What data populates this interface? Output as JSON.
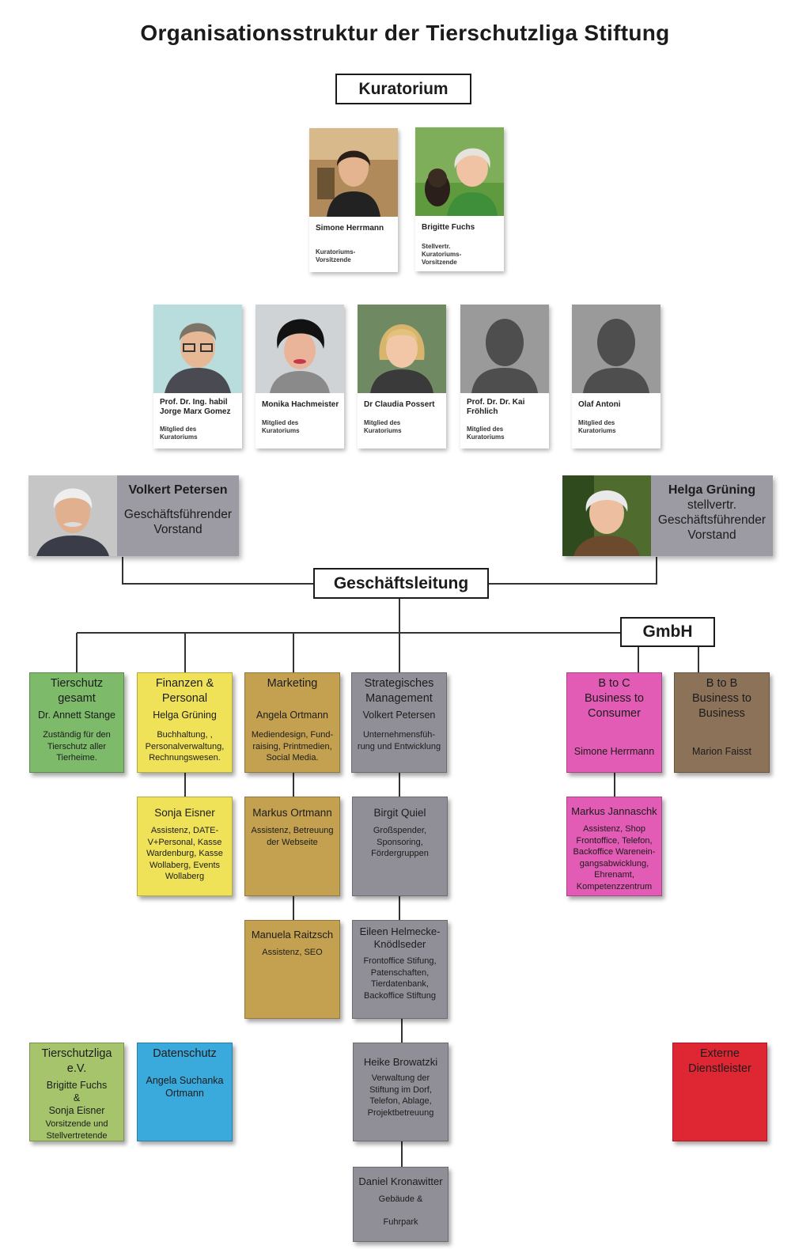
{
  "title": "Organisationsstruktur der Tierschutzliga Stiftung",
  "kuratorium_label": "Kuratorium",
  "board_top": [
    {
      "name": "Simone Herrmann",
      "role": "Kuratoriums-\nVorsitzende",
      "photo": "woman-dark-hair-photo"
    },
    {
      "name": "Brigitte Fuchs",
      "role": "Stellvertr.\nKuratoriums-\nVorsitzende",
      "photo": "woman-with-dog-photo"
    }
  ],
  "board_members": [
    {
      "name": "Prof. Dr. Ing. habil\nJorge Marx Gomez",
      "role": "Mitglied des\nKuratoriums",
      "photo": "man-glasses-photo"
    },
    {
      "name": "Monika Hachmeister",
      "role": "Mitglied des\nKuratoriums",
      "photo": "woman-black-hair-photo"
    },
    {
      "name": "Dr Claudia Possert",
      "role": "Mitglied des\nKuratoriums",
      "photo": "woman-blonde-photo"
    },
    {
      "name": "Prof. Dr. Dr. Kai\nFröhlich",
      "role": "Mitglied des\nKuratoriums",
      "photo": "silhouette-placeholder"
    },
    {
      "name": "Olaf Antoni",
      "role": "Mitglied des\nKuratoriums",
      "photo": "silhouette-placeholder"
    }
  ],
  "leaders": [
    {
      "name": "Volkert Petersen",
      "role": "Geschäftsführender\nVorstand"
    },
    {
      "name": "Helga Grüning",
      "role": "stellvertr.\nGeschäftsführender\nVorstand"
    }
  ],
  "management_label": "Geschäftsleitung",
  "gmbh_label": "GmbH",
  "departments": {
    "tierschutz": {
      "title": "Tierschutz\ngesamt",
      "person": "Dr. Annett Stange",
      "desc": "Zuständig für den\nTierschutz aller\nTierheime."
    },
    "finanzen": {
      "title": "Finanzen &\nPersonal",
      "person": "Helga Grüning",
      "desc": "Buchhaltung, ,\nPersonalverwaltung,\nRechnungswesen."
    },
    "marketing": {
      "title": "Marketing",
      "person": "Angela Ortmann",
      "desc": "Mediendesign, Fund-\nraising, Printmedien,\nSocial Media."
    },
    "strategie": {
      "title": "Strategisches\nManagement",
      "person": "Volkert Petersen",
      "desc": "Unternehmensfüh-\nrung und Entwicklung"
    },
    "btoc": {
      "title": "B to C\nBusiness to\nConsumer",
      "person": "Simone Herrmann"
    },
    "btob": {
      "title": "B to B\nBusiness to\nBusiness",
      "person": "Marion Faisst"
    }
  },
  "staff": {
    "eisner": {
      "name": "Sonja Eisner",
      "desc": "Assistenz, DATE-\nV+Personal, Kasse\nWardenburg, Kasse\nWollaberg, Events\nWollaberg"
    },
    "markus_ortmann": {
      "name": "Markus Ortmann",
      "desc": "Assistenz, Betreuung\nder Webseite"
    },
    "quiel": {
      "name": "Birgit Quiel",
      "desc": "Großspender,\nSponsoring,\nFördergruppen"
    },
    "jannaschk": {
      "name": "Markus Jannaschk",
      "desc": "Assistenz, Shop\nFrontoffice, Telefon,\nBackoffice Warenein-\ngangsabwicklung,\nEhrenamt,\nKompetenzzentrum"
    },
    "raitzsch": {
      "name": "Manuela Raitzsch",
      "desc": "Assistenz, SEO"
    },
    "helmecke": {
      "name": "Eileen Helmecke-\nKnödlseder",
      "desc": "Frontoffice Stifung,\nPatenschaften,\nTierdatenbank,\nBackoffice Stiftung"
    },
    "browatzki": {
      "name": "Heike Browatzki",
      "desc": "Verwaltung der\nStiftung im Dorf,\nTelefon, Ablage,\nProjektbetreuung"
    },
    "kronawitter": {
      "name": "Daniel Kronawitter",
      "desc": "Gebäude &",
      "desc2": "Fuhrpark"
    }
  },
  "others": {
    "ev": {
      "title": "Tierschutzliga\ne.V.",
      "person": "Brigitte Fuchs\n&\nSonja Eisner",
      "desc": "Vorsitzende und\nStellvertretende"
    },
    "datenschutz": {
      "title": "Datenschutz",
      "person": "Angela Suchanka\nOrtmann"
    },
    "extern": {
      "title": "Externe\nDienstleister"
    }
  },
  "colors": {
    "tierschutz": "#7dba6a",
    "finanzen": "#f0e258",
    "marketing": "#c3a150",
    "strategie": "#908f97",
    "btoc": "#e25bb4",
    "btob": "#8d725a",
    "ev": "#a6c46b",
    "datenschutz": "#3aa9db",
    "extern": "#df2633",
    "leader": "#9c9aa3"
  }
}
